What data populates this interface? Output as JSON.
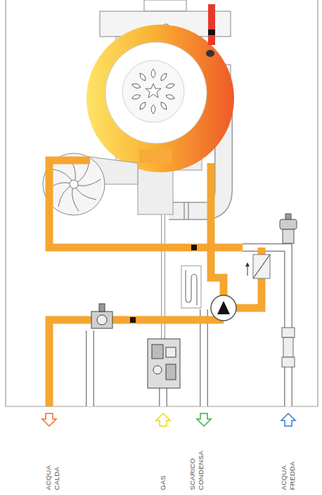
{
  "diagram": {
    "labels": [
      "ACQUA CALDA",
      "GAS",
      "SCARICO CONDENSA",
      "ACQUA FREDDA"
    ]
  }
}
